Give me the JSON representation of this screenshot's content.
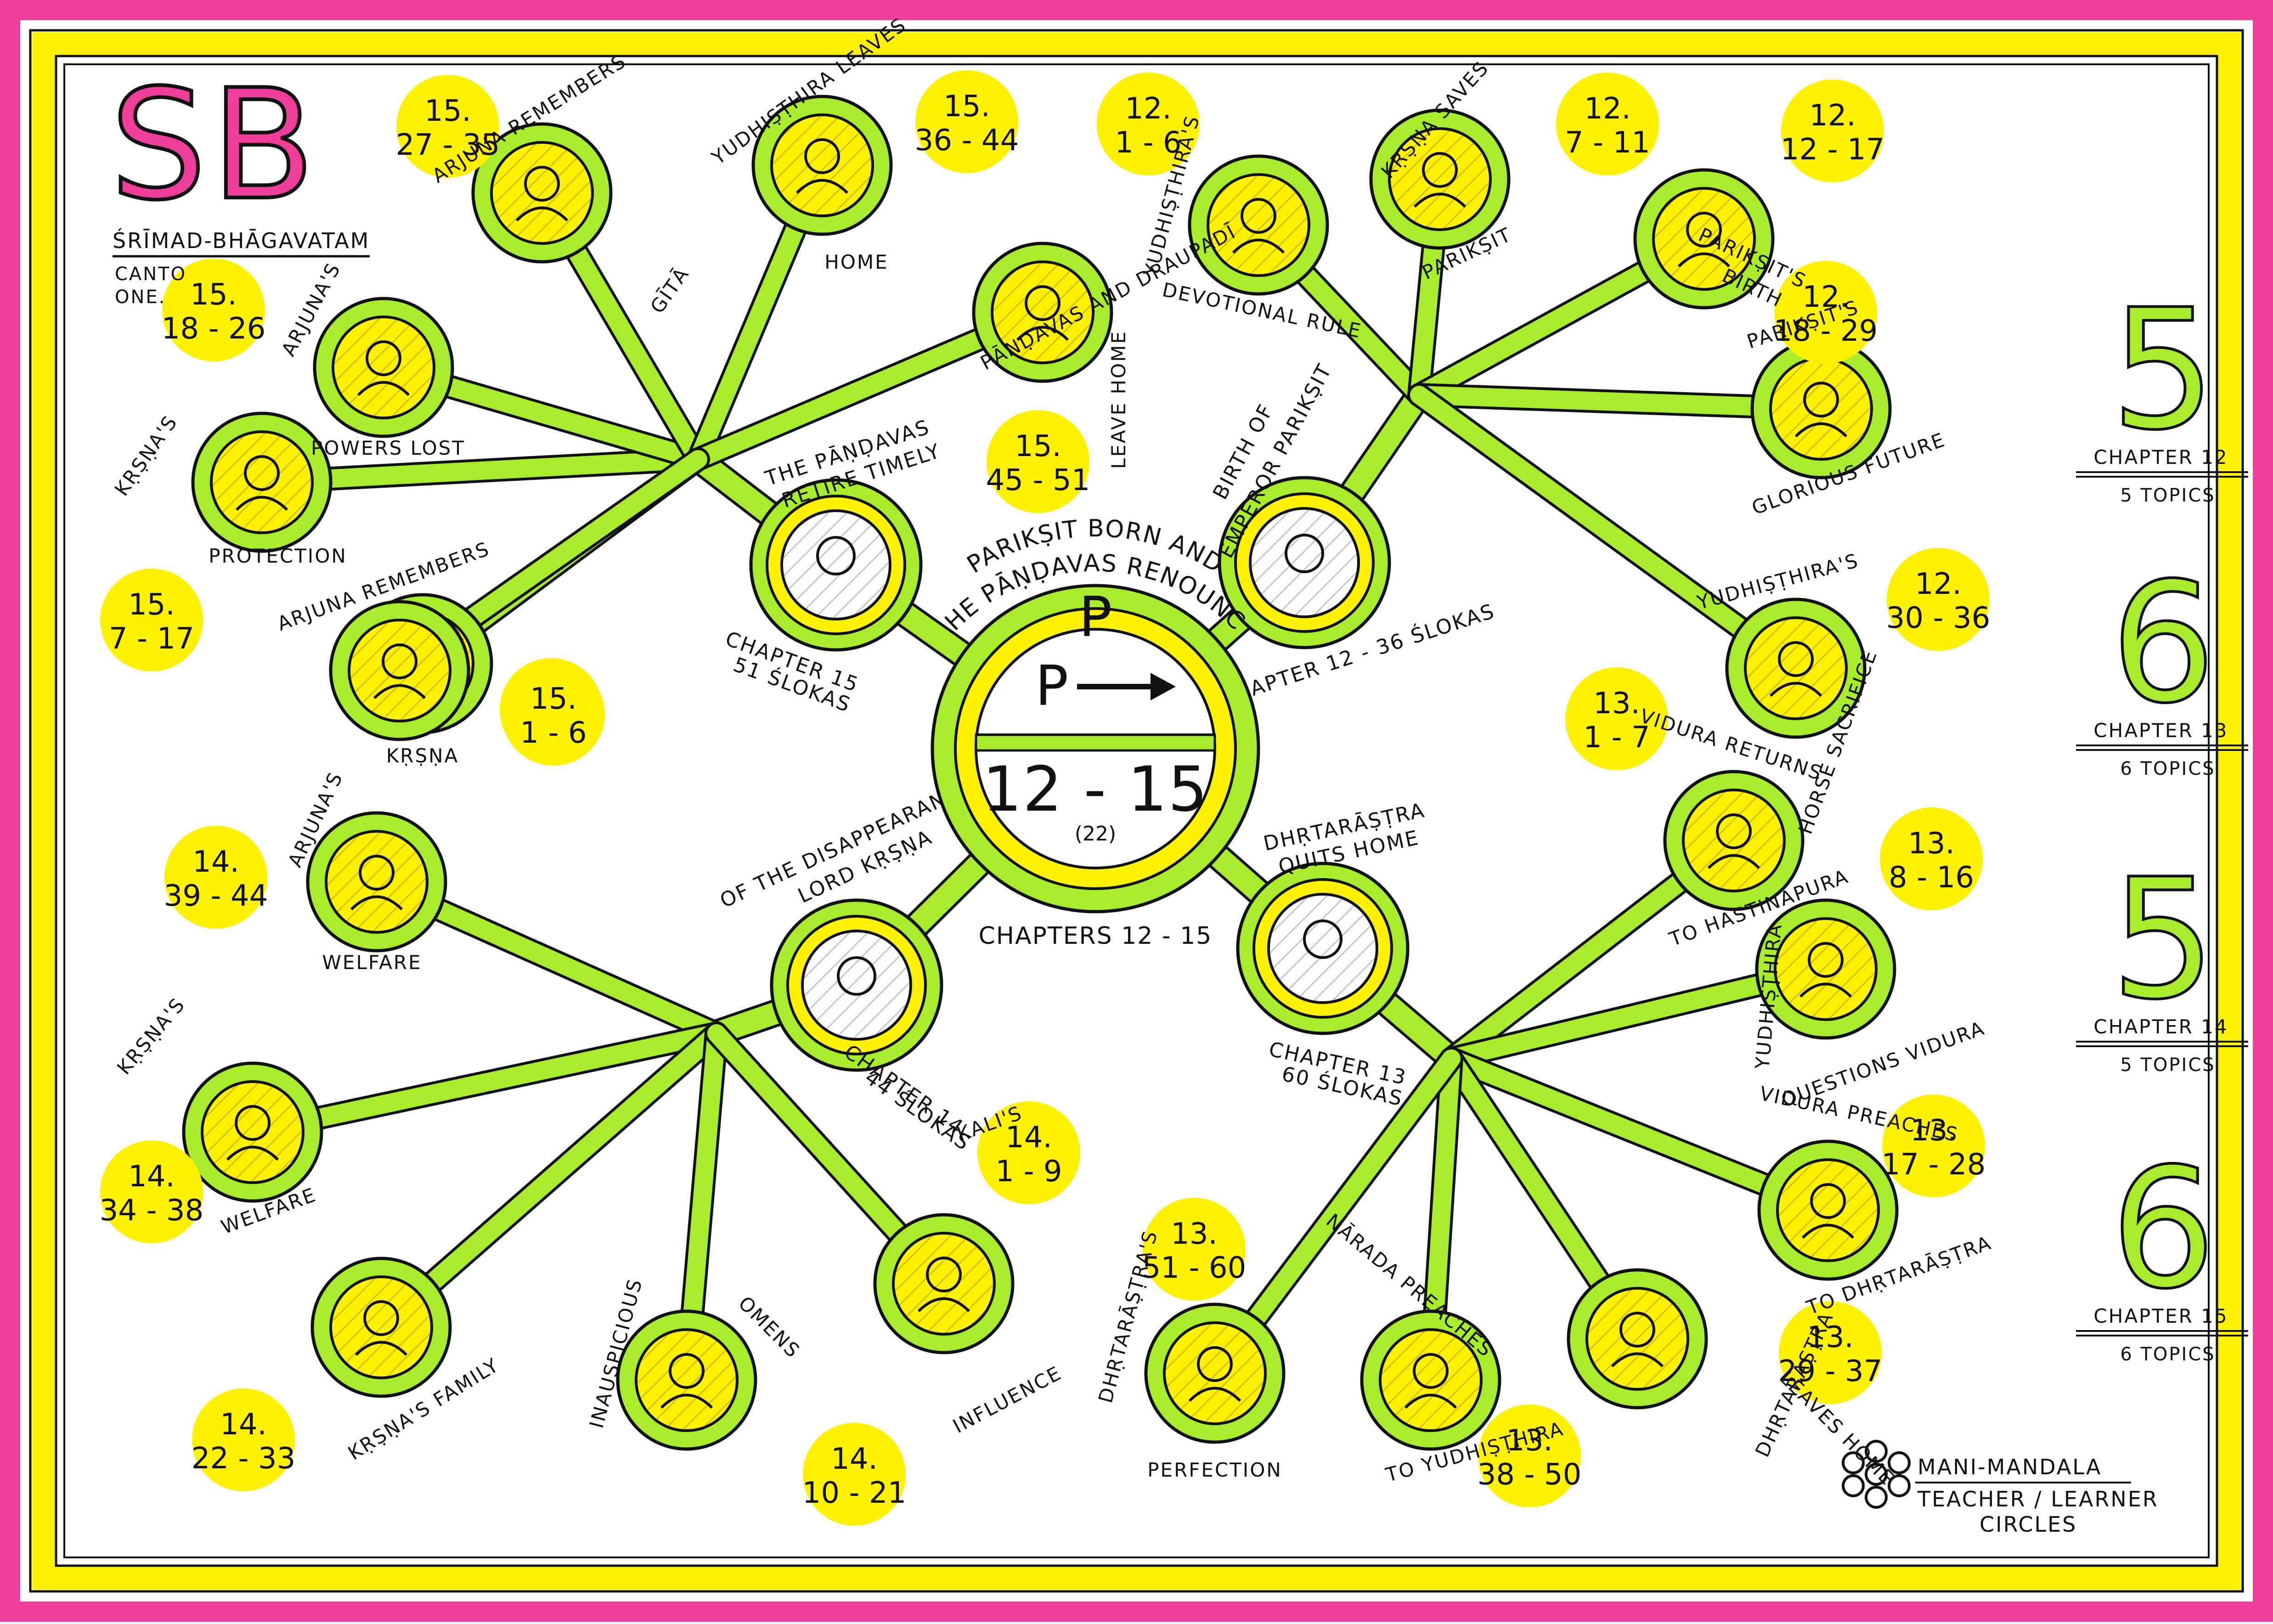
{
  "header": {
    "logo": "SB",
    "subtitle": "ŚRĪMAD-BHĀGAVATAM",
    "canto_line1": "CANTO",
    "canto_line2": "ONE."
  },
  "center": {
    "top": "P",
    "middle": "P",
    "range": "12 - 15",
    "count": "(22)",
    "caption_top1": "PARIKṢIT BORN AND",
    "caption_top2": "THE PĀṆḌAVAS RENOUNCE",
    "caption_bottom": "CHAPTERS 12 - 15"
  },
  "hubs": [
    {
      "id": "ch15",
      "label1": "THE PĀṆḌAVAS",
      "label2": "RETIRE TIMELY",
      "chap1": "CHAPTER 15",
      "chap2": "51 ŚLOKAS",
      "spokes": [
        {
          "id": "s15a",
          "label": "KṚṢṆA",
          "num1": "15.",
          "num2": "1 - 6"
        },
        {
          "id": "s15b",
          "label1": "KṚṢṆA'S",
          "label2": "PROTECTION",
          "num1": "15.",
          "num2": "7 - 17"
        },
        {
          "id": "s15c",
          "label1": "ARJUNA'S",
          "label2": "POWERS LOST",
          "num1": "15.",
          "num2": "18 - 26"
        },
        {
          "id": "s15d",
          "label1": "ARJUNA REMEMBERS",
          "label2": "GĪTĀ",
          "num1": "15.",
          "num2": "27 - 35"
        },
        {
          "id": "s15e",
          "label1": "YUDHIṢṬHIRA LEAVES",
          "label2": "HOME",
          "num1": "15.",
          "num2": "36 - 44"
        },
        {
          "id": "s15f",
          "label1": "PĀṆḌAVAS AND DRAUPADĪ",
          "label2": "LEAVE HOME",
          "num1": "15.",
          "num2": "45 - 51"
        },
        {
          "id": "s15g",
          "label": "ARJUNA REMEMBERS",
          "num1": "15.",
          "num2": "1 - 6"
        }
      ]
    },
    {
      "id": "ch12",
      "label1": "BIRTH OF",
      "label2": "EMPEROR PARIKṢIT",
      "chap1": "CHAPTER 12 - 36 ŚLOKAS",
      "spokes": [
        {
          "id": "s12a",
          "label1": "YUDHIṢṬHIRA'S",
          "label2": "DEVOTIONAL RULE",
          "num1": "12.",
          "num2": "1 - 6"
        },
        {
          "id": "s12b",
          "label1": "KṚṢṆA SAVES",
          "label2": "PARIKṢIT",
          "num1": "12.",
          "num2": "7 - 11"
        },
        {
          "id": "s12c",
          "label1": "PARIKṢIT'S",
          "label2": "BIRTH",
          "num1": "12.",
          "num2": "12 - 17"
        },
        {
          "id": "s12d",
          "label1": "PARIKṢIT'S",
          "label2": "GLORIOUS FUTURE",
          "num1": "12.",
          "num2": "18 - 29"
        },
        {
          "id": "s12e",
          "label1": "YUDHIṢṬHIRA'S",
          "label2": "HORSE SACRIFICE",
          "num1": "12.",
          "num2": "30 - 36"
        }
      ]
    },
    {
      "id": "ch14",
      "label1": "OF THE DISAPPEARANCE",
      "label2": "LORD KṚṢṆA",
      "chap1": "CHAPTER 14",
      "chap2": "44 ŚLOKAS",
      "spokes": [
        {
          "id": "s14a",
          "label1": "ARJUNA'S",
          "label2": "WELFARE",
          "num1": "14.",
          "num2": "39 - 44"
        },
        {
          "id": "s14b",
          "label1": "KṚṢṆA'S",
          "label2": "WELFARE",
          "num1": "14.",
          "num2": "34 - 38"
        },
        {
          "id": "s14c",
          "label": "KṚṢṆA'S FAMILY",
          "num1": "14.",
          "num2": "22 - 33"
        },
        {
          "id": "s14d",
          "label1": "INAUSPICIOUS",
          "label2": "OMENS",
          "num1": "14.",
          "num2": "10 - 21"
        },
        {
          "id": "s14e",
          "label1": "KALI'S",
          "label2": "INFLUENCE",
          "num1": "14.",
          "num2": "1 - 9"
        }
      ]
    },
    {
      "id": "ch13",
      "label1": "DHṚTARĀṢṬRA",
      "label2": "QUITS HOME",
      "chap1": "CHAPTER 13",
      "chap2": "60 ŚLOKAS",
      "spokes": [
        {
          "id": "s13a",
          "label1": "VIDURA RETURNS",
          "label2": "TO HASTINĀPURA",
          "num1": "13.",
          "num2": "1 - 7"
        },
        {
          "id": "s13b",
          "label1": "YUDHIṢṬHIRA",
          "label2": "QUESTIONS VIDURA",
          "num1": "13.",
          "num2": "8 - 16"
        },
        {
          "id": "s13c",
          "label1": "VIDURA PREACHES",
          "label2": "TO DHṚTARĀṢṬRA",
          "num1": "13.",
          "num2": "17 - 28"
        },
        {
          "id": "s13d",
          "label1": "DHṚTARĀṢṬRA",
          "label2": "LEAVES HOME",
          "num1": "13.",
          "num2": "29 - 37"
        },
        {
          "id": "s13e",
          "label1": "NĀRADA PREACHES",
          "label2": "TO YUDHIṢṬHIRA",
          "num1": "13.",
          "num2": "38 - 50"
        },
        {
          "id": "s13f",
          "label1": "DHṚTARĀṢṬRA'S",
          "label2": "PERFECTION",
          "num1": "13.",
          "num2": "51 - 60"
        }
      ]
    }
  ],
  "legend": [
    {
      "num": "5",
      "chapter": "CHAPTER 12",
      "topics": "5 TOPICS"
    },
    {
      "num": "6",
      "chapter": "CHAPTER 13",
      "topics": "6 TOPICS"
    },
    {
      "num": "5",
      "chapter": "CHAPTER 14",
      "topics": "5 TOPICS"
    },
    {
      "num": "6",
      "chapter": "CHAPTER 15",
      "topics": "6 TOPICS"
    }
  ],
  "footer": {
    "line1": "MANI-MANDALA",
    "line2": "TEACHER / LEARNER",
    "line3": "CIRCLES"
  },
  "colors": {
    "pink": "#ee3d9a",
    "yellow": "#fff200",
    "green": "#a9ec2c",
    "ink": "#111111"
  }
}
